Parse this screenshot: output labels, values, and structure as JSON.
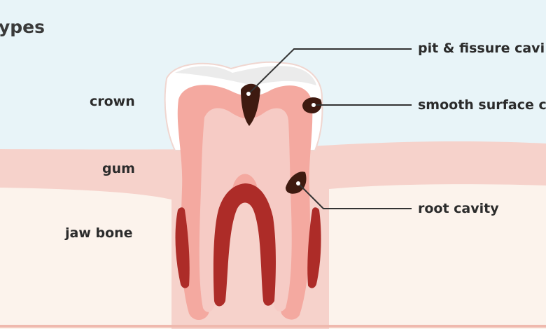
{
  "diagram": {
    "title": "types",
    "labels": {
      "crown": "crown",
      "gum": "gum",
      "jaw_bone": "jaw bone",
      "pit_fissure": "pit & fissure cavi",
      "smooth_surface": "smooth surface c",
      "root_cavity": "root cavity"
    },
    "colors": {
      "background": "#e8f4f8",
      "gum": "#f6d2cb",
      "gum_edge": "#efb9ae",
      "bone": "#fcf3ec",
      "enamel": "#ffffff",
      "dentin": "#f4a9a0",
      "pulp": "#f6cbc5",
      "root_canal": "#ad2c28",
      "decay": "#3e1a10",
      "leader_line": "#333333"
    }
  }
}
